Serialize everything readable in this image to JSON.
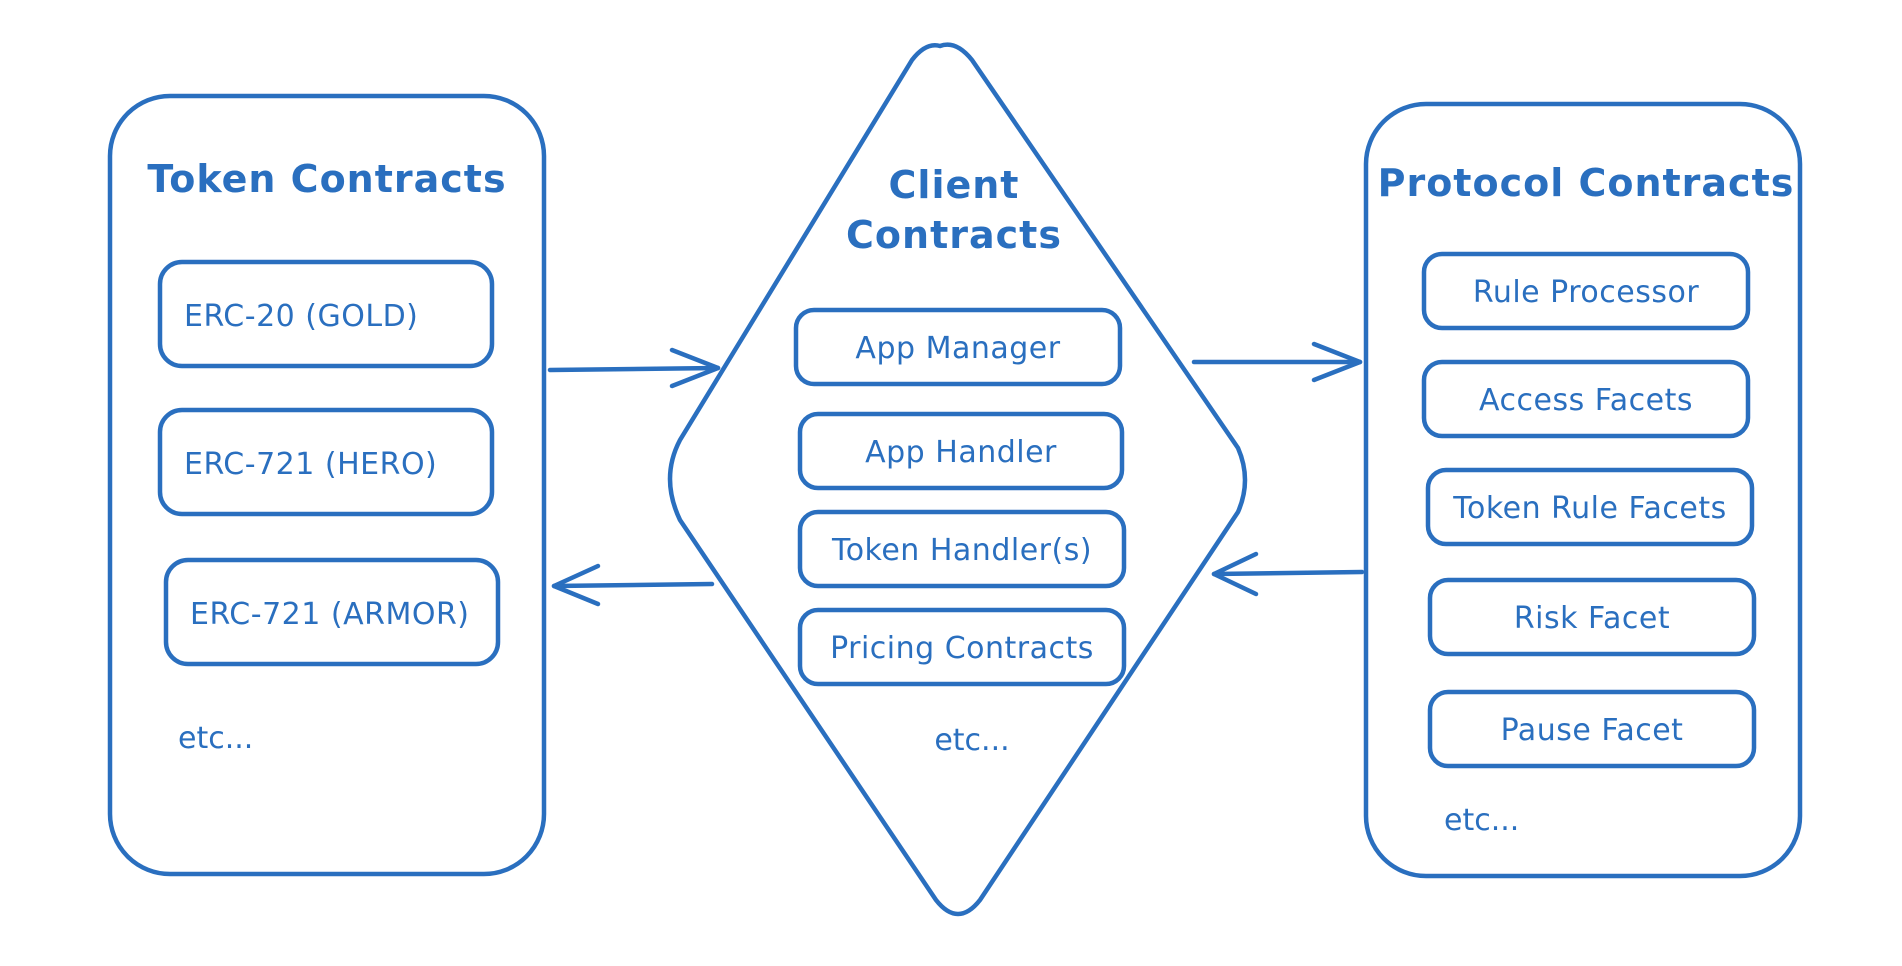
{
  "colors": {
    "accent": "#2a6fbf",
    "background": "#ffffff"
  },
  "token_contracts": {
    "title": "Token Contracts",
    "items": [
      "ERC-20 (GOLD)",
      "ERC-721 (HERO)",
      "ERC-721 (ARMOR)"
    ],
    "etc": "etc..."
  },
  "client_contracts": {
    "title_line1": "Client",
    "title_line2": "Contracts",
    "items": [
      "App Manager",
      "App Handler",
      "Token Handler(s)",
      "Pricing Contracts"
    ],
    "etc": "etc..."
  },
  "protocol_contracts": {
    "title": "Protocol Contracts",
    "items": [
      "Rule Processor",
      "Access Facets",
      "Token Rule Facets",
      "Risk Facet",
      "Pause Facet"
    ],
    "etc": "etc..."
  }
}
